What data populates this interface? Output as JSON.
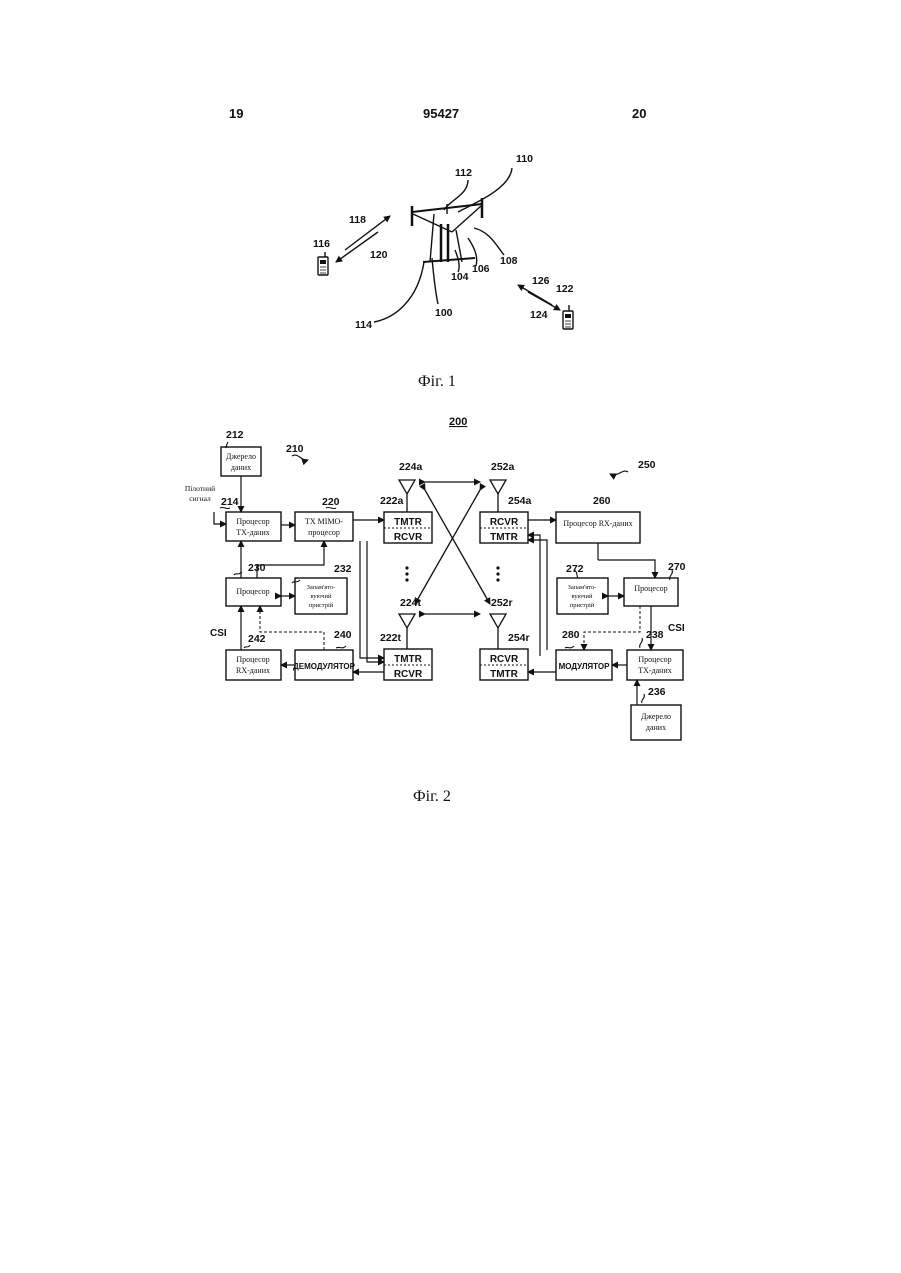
{
  "header": {
    "page_left": "19",
    "doc_number": "95427",
    "page_right": "20"
  },
  "fig1": {
    "caption": "Фіг. 1",
    "labels": {
      "l110": "110",
      "l112": "112",
      "l118": "118",
      "l116": "116",
      "l120": "120",
      "l108": "108",
      "l106": "106",
      "l104": "104",
      "l100": "100",
      "l114": "114",
      "l126": "126",
      "l122": "122",
      "l124": "124"
    }
  },
  "fig2": {
    "caption": "Фіг. 2",
    "system_label": "200",
    "refs": {
      "r212": "212",
      "r210": "210",
      "r214": "214",
      "r220": "220",
      "r222a": "222a",
      "r224a": "224a",
      "r252a": "252a",
      "r254a": "254a",
      "r260": "260",
      "r250": "250",
      "r230": "230",
      "r232": "232",
      "r272": "272",
      "r270": "270",
      "r224t": "224t",
      "r252r": "252r",
      "r242": "242",
      "r240": "240",
      "r222t": "222t",
      "r254r": "254r",
      "r280": "280",
      "r238": "238",
      "r236": "236"
    },
    "blocks": {
      "data_source_left": [
        "Джерело",
        "даних"
      ],
      "pilot_signal": [
        "Пілотний",
        "сигнал"
      ],
      "tx_data_proc": [
        "Процесор",
        "TX-даних"
      ],
      "tx_mimo_proc": [
        "TX MIMO-",
        "процесор"
      ],
      "tmtr": "TMTR",
      "rcvr": "RCVR",
      "rx_data_proc_right": "Процесор RX-даних",
      "processor": "Процесор",
      "memory": [
        "Запам'ято-",
        "вуючий",
        "пристрій"
      ],
      "rx_data_proc_left": [
        "Процесор",
        "RX-даних"
      ],
      "demodulator": "ДЕМОДУЛЯТОР",
      "modulator": "МОДУЛЯТОР",
      "tx_data_proc_right": [
        "Процесор",
        "TX-даних"
      ],
      "data_source_right": [
        "Джерело",
        "даних"
      ],
      "csi": "CSI"
    }
  }
}
